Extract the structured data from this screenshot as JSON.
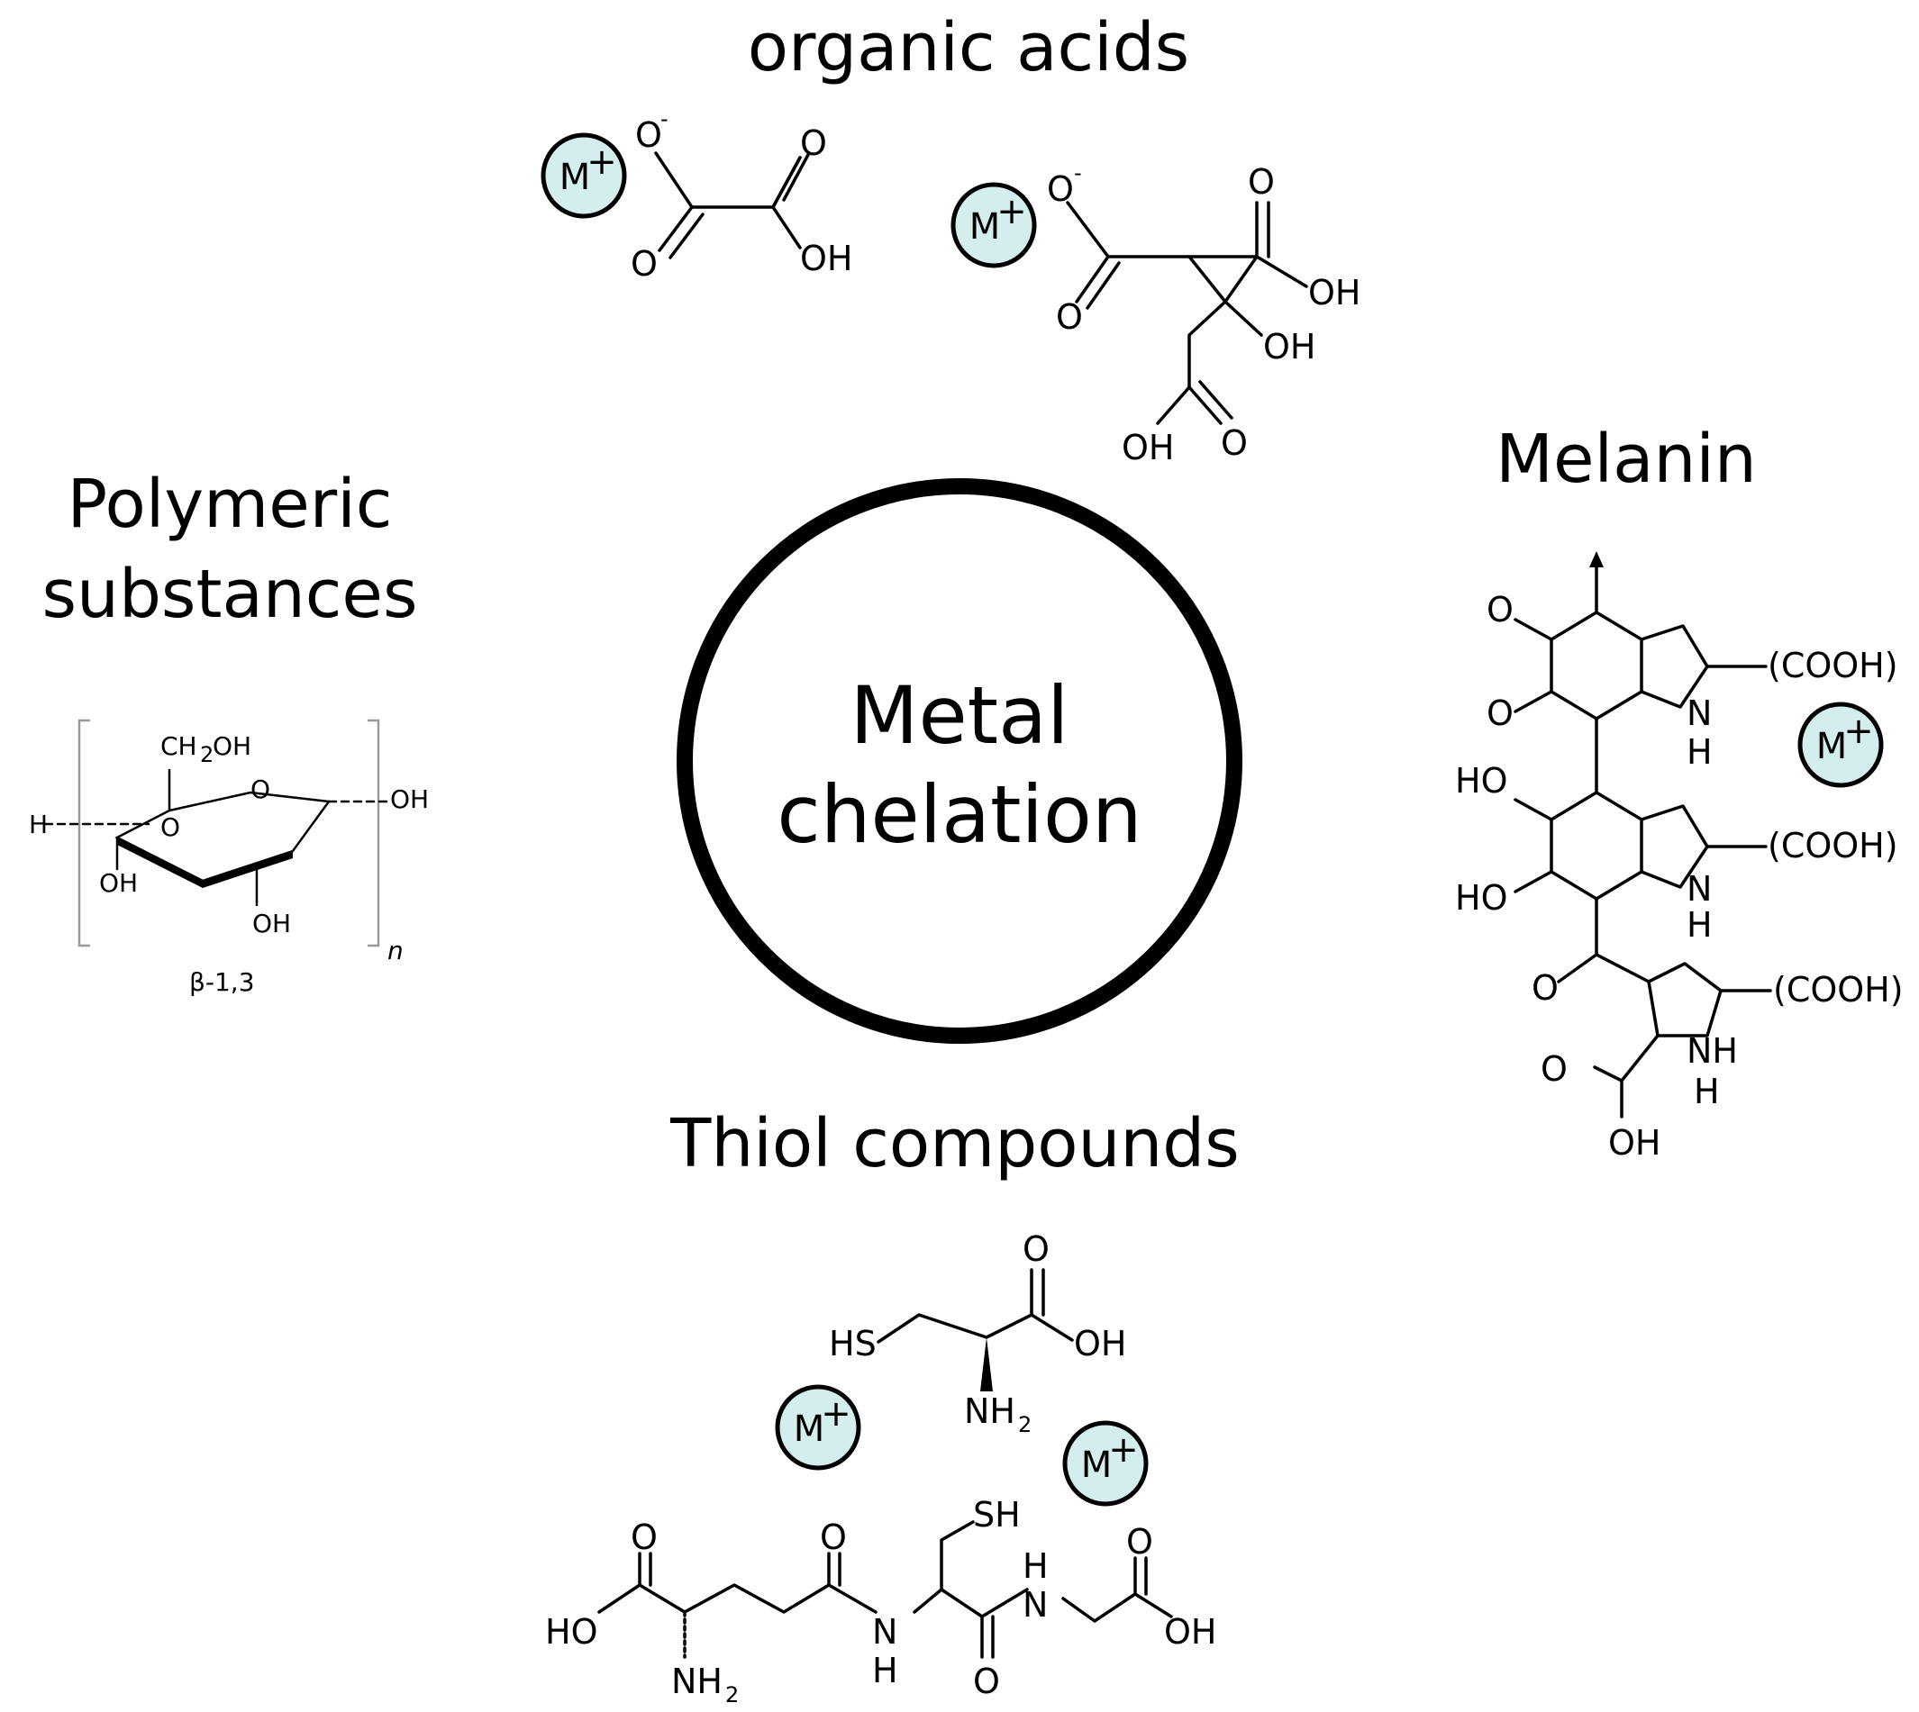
{
  "center": {
    "line1": "Metal",
    "line2": "chelation"
  },
  "headings": {
    "organic_acids": "organic acids",
    "melanin": "Melanin",
    "polymeric_line1": "Polymeric",
    "polymeric_line2": "substances",
    "thiol": "Thiol compounds"
  },
  "ion": {
    "label": "M",
    "charge": "+"
  },
  "atoms": {
    "O": "O",
    "OH": "OH",
    "HO": "HO",
    "O_minus": "O",
    "minus": "-",
    "H": "H",
    "N": "N",
    "NH": "NH",
    "HS": "HS",
    "SH": "SH",
    "NH2": "NH",
    "sub2": "2",
    "COOH": "(COOH)",
    "CH2OH": "CH",
    "OH_tail": "OH",
    "n": "n",
    "beta": "β-1,3"
  },
  "colors": {
    "ion_fill": "#d4eeee",
    "stroke": "#000000"
  }
}
